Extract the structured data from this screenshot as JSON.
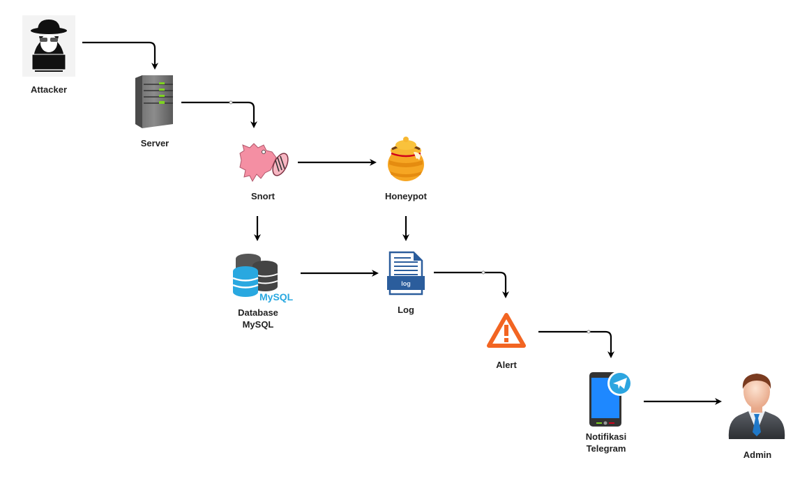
{
  "diagram": {
    "nodes": [
      {
        "id": "attacker",
        "label": "Attacker",
        "icon": "hacker-icon"
      },
      {
        "id": "server",
        "label": "Server",
        "icon": "server-icon"
      },
      {
        "id": "snort",
        "label": "Snort",
        "icon": "snort-pig-icon"
      },
      {
        "id": "honeypot",
        "label": "Honeypot",
        "icon": "honeypot-icon"
      },
      {
        "id": "database",
        "label_line1": "Database",
        "label_line2": "MySQL",
        "icon": "mysql-database-icon",
        "icon_text": "MySQL"
      },
      {
        "id": "log",
        "label": "Log",
        "icon": "log-file-icon",
        "icon_text": "log"
      },
      {
        "id": "alert",
        "label": "Alert",
        "icon": "warning-icon"
      },
      {
        "id": "telegram",
        "label_line1": "Notifikasi",
        "label_line2": "Telegram",
        "icon": "telegram-phone-icon"
      },
      {
        "id": "admin",
        "label": "Admin",
        "icon": "admin-user-icon"
      }
    ],
    "edges": [
      {
        "from": "attacker",
        "to": "server"
      },
      {
        "from": "server",
        "to": "snort"
      },
      {
        "from": "snort",
        "to": "honeypot"
      },
      {
        "from": "snort",
        "to": "database"
      },
      {
        "from": "honeypot",
        "to": "log"
      },
      {
        "from": "database",
        "to": "log"
      },
      {
        "from": "log",
        "to": "alert"
      },
      {
        "from": "alert",
        "to": "telegram"
      },
      {
        "from": "telegram",
        "to": "admin"
      }
    ],
    "colors": {
      "edge": "#000000",
      "alert": "#f26522",
      "mysql_blue": "#29a8e0",
      "log_blue": "#2b5d9c",
      "telegram_blue": "#2ca5e0",
      "server_led": "#7ed321"
    }
  }
}
